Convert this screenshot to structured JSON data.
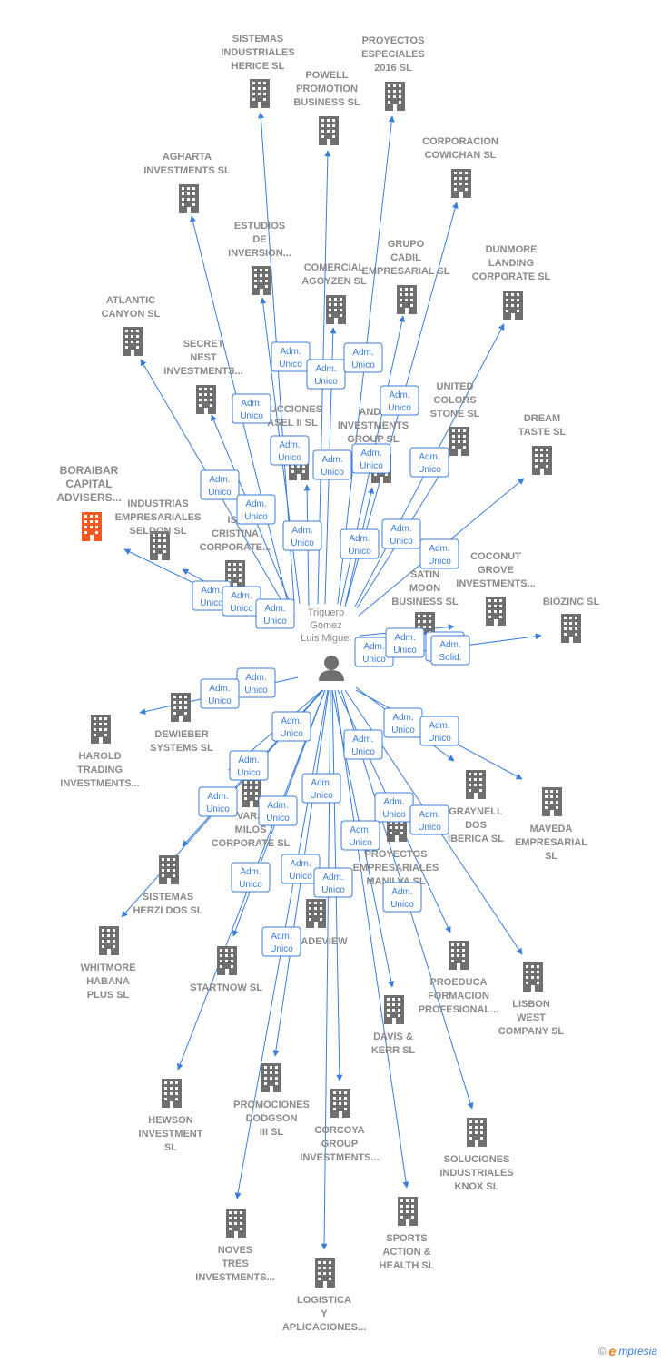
{
  "center": {
    "lines": [
      "Triguero",
      "Gomez",
      "Luis Miguel"
    ]
  },
  "colors": {
    "edge": "#3b7dd8",
    "building": "#6f6f6f",
    "highlight": "#f05a22",
    "badge_border": "#3b7dd8"
  },
  "nodes": [
    {
      "id": "sistemas_herice",
      "lines": [
        "SISTEMAS",
        "INDUSTRIALES",
        "HERICE  SL"
      ]
    },
    {
      "id": "proyectos_especiales",
      "lines": [
        "PROYECTOS",
        "ESPECIALES",
        "2016  SL"
      ]
    },
    {
      "id": "powell",
      "lines": [
        "POWELL",
        "PROMOTION",
        "BUSINESS  SL"
      ]
    },
    {
      "id": "cowichan",
      "lines": [
        "CORPORACION",
        "COWICHAN SL"
      ]
    },
    {
      "id": "agharta",
      "lines": [
        "AGHARTA",
        "INVESTMENTS SL"
      ]
    },
    {
      "id": "estudios",
      "lines": [
        "ESTUDIOS",
        "DE",
        "INVERSION..."
      ]
    },
    {
      "id": "grupo_cadil",
      "lines": [
        "GRUPO",
        "CADIL",
        "EMPRESARIAL SL"
      ]
    },
    {
      "id": "comercial_agoyzen",
      "lines": [
        "COMERCIAL",
        "AGOYZEN SL"
      ]
    },
    {
      "id": "dunmore",
      "lines": [
        "DUNMORE",
        "LANDING",
        "CORPORATE SL"
      ]
    },
    {
      "id": "atlantic",
      "lines": [
        "ATLANTIC",
        "CANYON SL"
      ]
    },
    {
      "id": "secret_nest",
      "lines": [
        "SECRET",
        "NEST",
        "INVESTMENTS..."
      ]
    },
    {
      "id": "united_colors",
      "lines": [
        "UNITED",
        "COLORS",
        "STONE SL"
      ]
    },
    {
      "id": "construcciones",
      "lines": [
        "RUCCIONES",
        "ASEL II  SL"
      ]
    },
    {
      "id": "ande",
      "lines": [
        "ANDE",
        "INVESTMENTS",
        "GROUP SL"
      ]
    },
    {
      "id": "dream_taste",
      "lines": [
        "DREAM",
        "TASTE SL"
      ]
    },
    {
      "id": "boraibar",
      "lines": [
        "BORAIBAR",
        "CAPITAL",
        "ADVISERS..."
      ]
    },
    {
      "id": "seldon",
      "lines": [
        "INDUSTRIAS",
        "EMPRESARIALES",
        "SELDON SL"
      ]
    },
    {
      "id": "isla_cristina",
      "lines": [
        "ISL",
        "CRISTINA",
        "CORPORATE..."
      ]
    },
    {
      "id": "coconut",
      "lines": [
        "COCONUT",
        "GROVE",
        "INVESTMENTS..."
      ]
    },
    {
      "id": "satin_moon",
      "lines": [
        "SATIN",
        "MOON",
        "BUSINESS SL"
      ]
    },
    {
      "id": "biozinc",
      "lines": [
        "BIOZINC SL"
      ]
    },
    {
      "id": "dewieber",
      "lines": [
        "DEWIEBER",
        "SYSTEMS  SL"
      ]
    },
    {
      "id": "harold",
      "lines": [
        "HAROLD",
        "TRADING",
        "INVESTMENTS..."
      ]
    },
    {
      "id": "graynell",
      "lines": [
        "GRAYNELL",
        "DOS",
        "IBERICA  SL"
      ]
    },
    {
      "id": "maveda",
      "lines": [
        "MAVEDA",
        "EMPRESARIAL",
        "SL"
      ]
    },
    {
      "id": "varas_milos",
      "lines": [
        "VARA",
        "MILOS",
        "CORPORATE SL"
      ]
    },
    {
      "id": "proyectos_manilva",
      "lines": [
        "PROYECTOS",
        "EMPRESARIALES",
        "MANILVA SL"
      ]
    },
    {
      "id": "herzi",
      "lines": [
        "SISTEMAS",
        "HERZI DOS SL"
      ]
    },
    {
      "id": "whitmore",
      "lines": [
        "WHITMORE",
        "HABANA",
        "PLUS  SL"
      ]
    },
    {
      "id": "startnow",
      "lines": [
        "STARTNOW SL"
      ]
    },
    {
      "id": "adeview",
      "lines": [
        "ADEVIEW"
      ]
    },
    {
      "id": "proeduca",
      "lines": [
        "PROEDUCA",
        "FORMACION",
        "PROFESIONAL..."
      ]
    },
    {
      "id": "lisbon",
      "lines": [
        "LISBON",
        "WEST",
        "COMPANY  SL"
      ]
    },
    {
      "id": "davis_kerr",
      "lines": [
        "DAVIS &",
        "KERR SL"
      ]
    },
    {
      "id": "hewson",
      "lines": [
        "HEWSON",
        "INVESTMENT",
        "SL"
      ]
    },
    {
      "id": "dodgson",
      "lines": [
        "PROMOCIONES",
        "DODGSON",
        "III SL"
      ]
    },
    {
      "id": "corcoya",
      "lines": [
        "CORCOYA",
        "GROUP",
        "INVESTMENTS..."
      ]
    },
    {
      "id": "knox",
      "lines": [
        "SOLUCIONES",
        "INDUSTRIALES",
        "KNOX SL"
      ]
    },
    {
      "id": "noves_tres",
      "lines": [
        "NOVES",
        "TRES",
        "INVESTMENTS..."
      ]
    },
    {
      "id": "sports_action",
      "lines": [
        "SPORTS",
        "ACTION &",
        "HEALTH  SL"
      ]
    },
    {
      "id": "logistica",
      "lines": [
        "LOGISTICA",
        "Y",
        "APLICACIONES..."
      ]
    }
  ],
  "badges": [
    {
      "lines": [
        "Adm.",
        "Unico"
      ]
    },
    {
      "lines": [
        "Adm.",
        "Unico"
      ]
    },
    {
      "lines": [
        "Adm.",
        "Unico"
      ]
    },
    {
      "lines": [
        "Adm.",
        "Unico"
      ]
    },
    {
      "lines": [
        "Adm.",
        "Unico"
      ]
    },
    {
      "lines": [
        "Adm.",
        "Unico"
      ]
    },
    {
      "lines": [
        "Adm.",
        "Unico"
      ]
    },
    {
      "lines": [
        "Adm.",
        "Unico"
      ]
    },
    {
      "lines": [
        "Adm.",
        "Unico"
      ]
    },
    {
      "lines": [
        "Adm.",
        "Unico"
      ]
    },
    {
      "lines": [
        "Adm.",
        "Unico"
      ]
    },
    {
      "lines": [
        "Adm.",
        "Unico"
      ]
    },
    {
      "lines": [
        "Adm.",
        "Unico"
      ]
    },
    {
      "lines": [
        "Adm.",
        "Unico"
      ]
    },
    {
      "lines": [
        "Adm.",
        "Unico"
      ]
    },
    {
      "lines": [
        "Adm.",
        "Unico"
      ]
    },
    {
      "lines": [
        "Adm.",
        "Unico"
      ]
    },
    {
      "lines": [
        "Adm.",
        "Unico"
      ]
    },
    {
      "lines": [
        "Adm.",
        "Unico"
      ]
    },
    {
      "lines": [
        "Adm.",
        "Unico"
      ]
    },
    {
      "lines": [
        "Adm.",
        "Unico"
      ]
    },
    {
      "lines": [
        "Adm.",
        "Solid."
      ]
    },
    {
      "lines": [
        "Adm.",
        "Unico"
      ]
    },
    {
      "lines": [
        "Adm.",
        "Unico"
      ]
    },
    {
      "lines": [
        "Adm.",
        "Unico"
      ]
    },
    {
      "lines": [
        "Adm.",
        "Unico"
      ]
    },
    {
      "lines": [
        "Adm.",
        "Unico"
      ]
    },
    {
      "lines": [
        "Adm.",
        "Unico"
      ]
    },
    {
      "lines": [
        "Adm.",
        "Unico"
      ]
    },
    {
      "lines": [
        "Adm.",
        "Unico"
      ]
    },
    {
      "lines": [
        "Adm.",
        "Unico"
      ]
    },
    {
      "lines": [
        "Adm.",
        "Unico"
      ]
    },
    {
      "lines": [
        "Adm.",
        "Unico"
      ]
    },
    {
      "lines": [
        "Adm.",
        "Unico"
      ]
    },
    {
      "lines": [
        "Adm.",
        "Unico"
      ]
    },
    {
      "lines": [
        "Adm.",
        "Unico"
      ]
    },
    {
      "lines": [
        "Adm.",
        "Unico"
      ]
    },
    {
      "lines": [
        "Adm.",
        "Unico"
      ]
    },
    {
      "lines": [
        "Adm.",
        "Unico"
      ]
    },
    {
      "lines": [
        "Adm.",
        "Unico"
      ]
    }
  ],
  "footer": {
    "copyright": "©",
    "brand_initial": "e",
    "brand_rest": "mpresia"
  }
}
